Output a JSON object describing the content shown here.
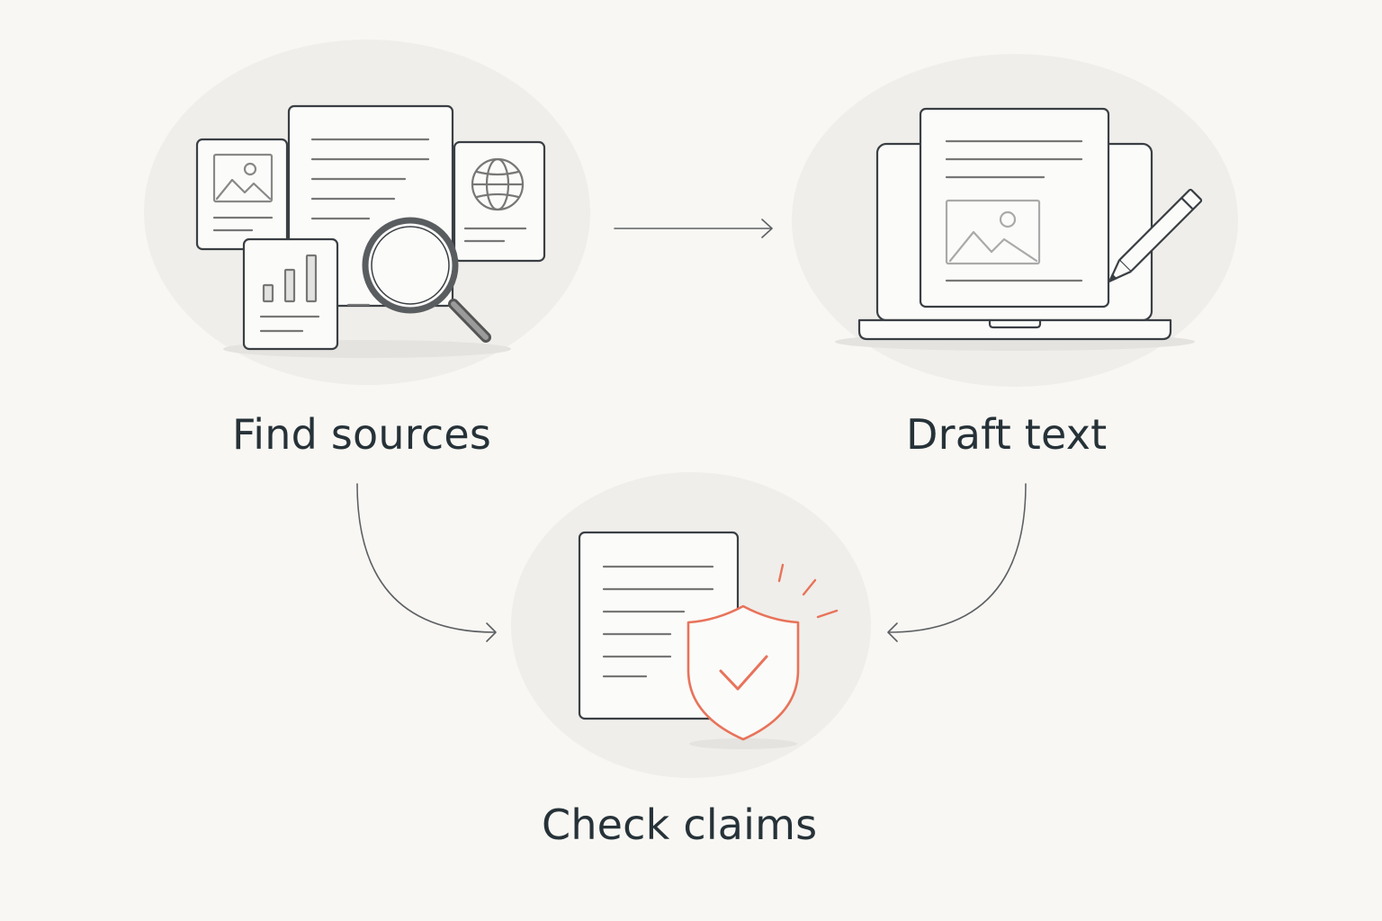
{
  "diagram": {
    "steps": [
      {
        "id": "find",
        "label": "Find sources",
        "icon": "sources-search-icon"
      },
      {
        "id": "draft",
        "label": "Draft text",
        "icon": "laptop-writing-icon"
      },
      {
        "id": "check",
        "label": "Check claims",
        "icon": "document-shield-check-icon"
      }
    ],
    "connectors": [
      {
        "from": "find",
        "to": "draft"
      },
      {
        "from": "find",
        "to": "check"
      },
      {
        "from": "draft",
        "to": "check"
      }
    ],
    "colors": {
      "background": "#f8f7f3",
      "blob": "#efeeea",
      "stroke": "#3a3f44",
      "muted": "#9a9a9a",
      "accent": "#e8735a"
    }
  }
}
